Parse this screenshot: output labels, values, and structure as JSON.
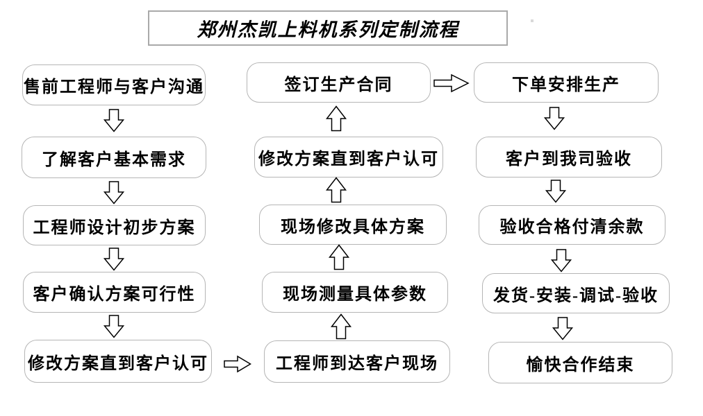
{
  "title": "郑州杰凯上料机系列定制流程",
  "flowchart": {
    "left_column": [
      "售前工程师与客户沟通",
      "了解客户基本需求",
      "工程师设计初步方案",
      "客户确认方案可行性",
      "修改方案直到客户认可"
    ],
    "middle_column": [
      "签订生产合同",
      "修改方案直到客户认可",
      "现场修改具体方案",
      "现场测量具体参数",
      "工程师到达客户现场"
    ],
    "right_column": [
      "下单安排生产",
      "客户到我司验收",
      "验收合格付清余款",
      "发货-安装-调试-验收",
      "愉快合作结束"
    ],
    "flow": {
      "left_column_direction": "down",
      "middle_column_direction": "up",
      "right_column_direction": "down",
      "connector_bottom": "left column last step → middle column last step (right arrow)",
      "connector_top": "middle column first step → right column first step (right arrow)"
    }
  },
  "icons": {
    "down_arrow": "hollow-block-arrow-down",
    "up_arrow": "hollow-block-arrow-up",
    "right_arrow": "hollow-block-arrow-right"
  },
  "colors": {
    "background": "#ffffff",
    "box_border": "#b5b5b5",
    "title_border": "#a9a9a9",
    "text": "#000000",
    "arrow_fill": "#ffffff",
    "arrow_outline": "#000000"
  }
}
